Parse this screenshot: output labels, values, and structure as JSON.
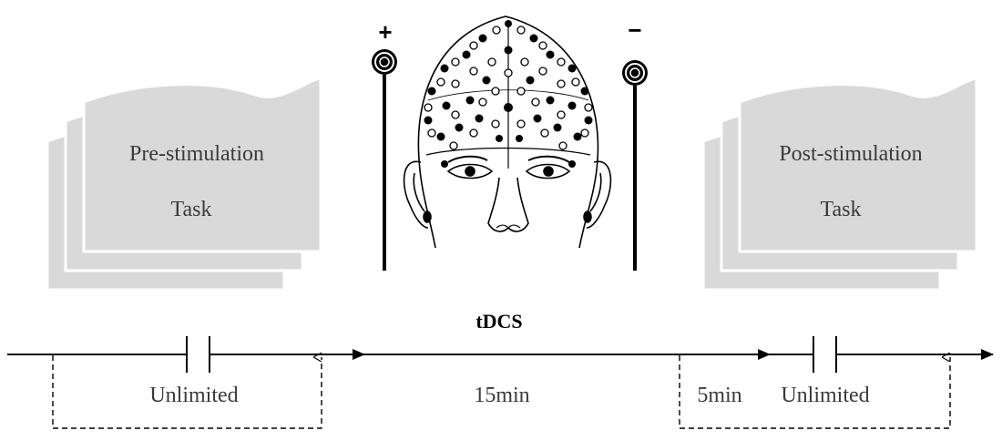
{
  "tasks": {
    "pre_line1": "Pre-stimulation",
    "pre_line2": "Task",
    "post_line1": "Post-stimulation",
    "post_line2": "Task"
  },
  "electrodes": {
    "anode_sign": "+",
    "cathode_sign": "−"
  },
  "timeline": {
    "stimulation_label": "tDCS",
    "phase_pre": "Unlimited",
    "phase_stim": "15min",
    "phase_wait": "5min",
    "phase_post": "Unlimited"
  },
  "colors": {
    "card_fill": "#d9d9d9",
    "card_border": "#ffffff",
    "line": "#000000"
  },
  "icons": [
    "eeg-head-icon",
    "anode-electrode-icon",
    "cathode-electrode-icon"
  ]
}
